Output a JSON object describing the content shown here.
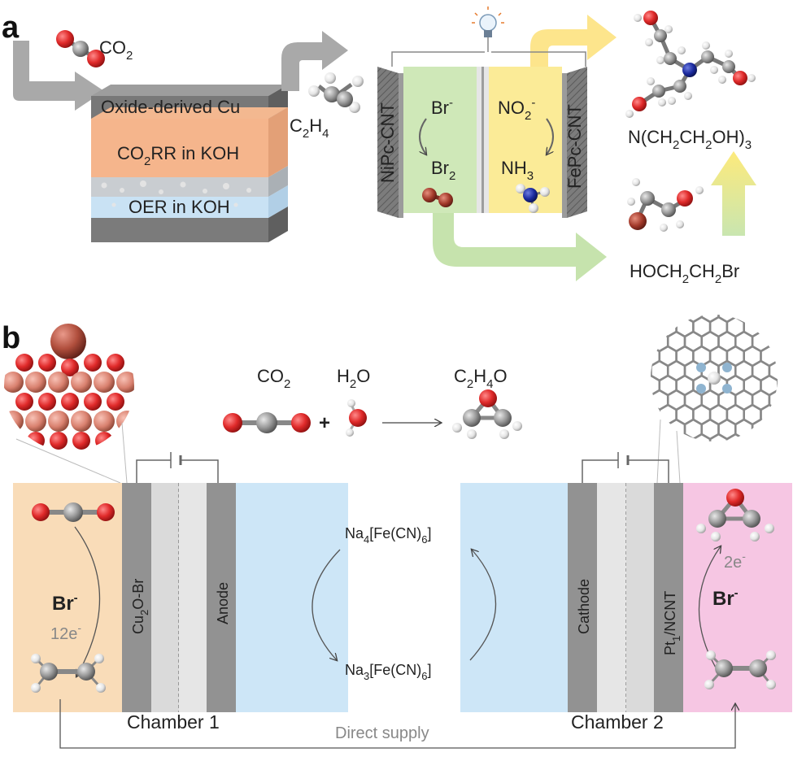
{
  "panel_a": {
    "label": "a",
    "co2": "CO",
    "co2_sub": "2",
    "layer_top": "Oxide-derived Cu",
    "layer_middle_pre": "CO",
    "layer_middle_sub": "2",
    "layer_middle_post": "RR in KOH",
    "layer_bottom": "OER in KOH",
    "ethylene_pre": "C",
    "ethylene_sub1": "2",
    "ethylene_mid": "H",
    "ethylene_sub2": "4",
    "left_electrode": "NiPc-CNT",
    "right_electrode": "FePc-CNT",
    "bromide": "Br",
    "bromide_sup": "-",
    "bromine": "Br",
    "bromine_sub": "2",
    "nitrite": "NO",
    "nitrite_sub": "2",
    "nitrite_sup": "-",
    "ammonia": "NH",
    "ammonia_sub": "3",
    "product_top_a": "N(CH",
    "product_top_s1": "2",
    "product_top_b": "CH",
    "product_top_s2": "2",
    "product_top_c": "OH)",
    "product_top_s3": "3",
    "product_bottom_a": "HOCH",
    "product_bottom_s1": "2",
    "product_bottom_b": "CH",
    "product_bottom_s2": "2",
    "product_bottom_c": "Br"
  },
  "panel_b": {
    "label": "b",
    "reaction_co2": "CO",
    "reaction_co2_sub": "2",
    "reaction_h2o_a": "H",
    "reaction_h2o_sub": "2",
    "reaction_h2o_b": "O",
    "reaction_product_a": "C",
    "reaction_product_s1": "2",
    "reaction_product_b": "H",
    "reaction_product_s2": "4",
    "reaction_product_c": "O",
    "plus": "+",
    "left_cathode_a": "Cu",
    "left_cathode_sub": "2",
    "left_cathode_b": "O-Br",
    "anode": "Anode",
    "cathode": "Cathode",
    "right_anode_a": "Pt",
    "right_anode_sub": "1",
    "right_anode_b": "/NCNT",
    "bromide_left": "Br",
    "bromide_left_sup": "-",
    "electrons_left_a": "12e",
    "electrons_left_sup": "-",
    "bromide_right": "Br",
    "bromide_right_sup": "-",
    "electrons_right_a": "2e",
    "electrons_right_sup": "-",
    "mediator_top_a": "Na",
    "mediator_top_s1": "4",
    "mediator_top_b": "[Fe(CN)",
    "mediator_top_s2": "6",
    "mediator_top_c": "]",
    "mediator_bottom_a": "Na",
    "mediator_bottom_s1": "3",
    "mediator_bottom_b": "[Fe(CN)",
    "mediator_bottom_s2": "6",
    "mediator_bottom_c": "]",
    "chamber1": "Chamber 1",
    "chamber2": "Chamber 2",
    "direct_supply": "Direct supply"
  },
  "colors": {
    "orange_chamber": "#f9dcb8",
    "pink_chamber": "#f6c6e3",
    "blue_chamber": "#cde6f7",
    "green_cell": "#cfe8b8",
    "yellow_cell": "#fbeb97",
    "electrode_gray": "#8c8c8c",
    "oxygen_red": "#d8262b",
    "carbon_gray": "#8d8d8d",
    "copper": "#d7857a"
  }
}
